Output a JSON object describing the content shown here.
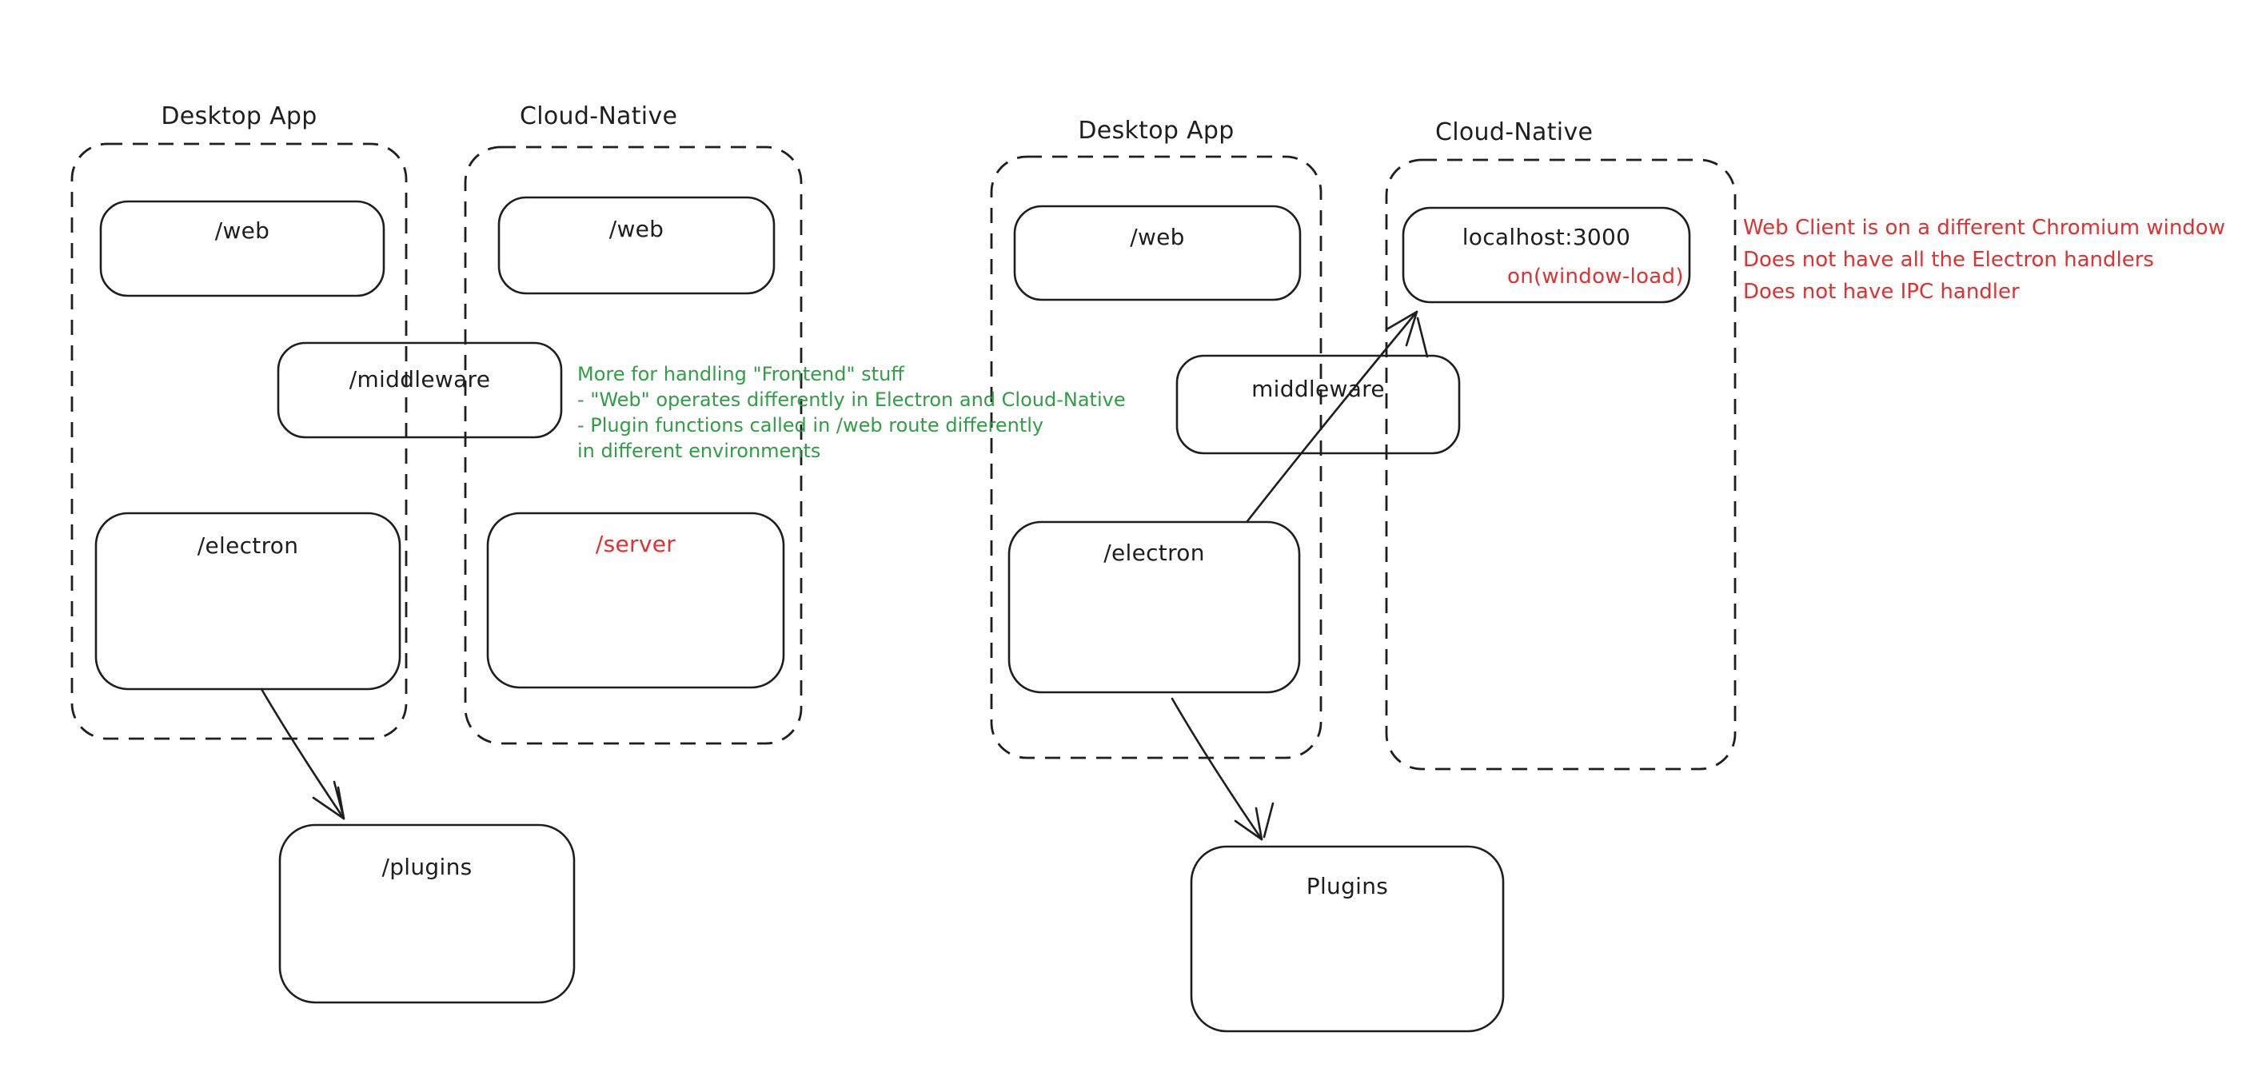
{
  "colors": {
    "stroke": "#1e1e1e",
    "red": "#e03131",
    "green": "#2f9e44",
    "background": "#ffffff"
  },
  "left_diagram": {
    "desktop_title": "Desktop App",
    "cloud_title": "Cloud-Native",
    "desktop_web_label": "/web",
    "cloud_web_label": "/web",
    "middleware_label": "/middleware",
    "electron_label": "/electron",
    "server_label": "/server",
    "plugins_label": "/plugins",
    "green_note": {
      "color": "#2f9e44",
      "lines": [
        "More for handling \"Frontend\" stuff",
        "- \"Web\" operates differently in Electron and Cloud-Native",
        "- Plugin functions called in /web route differently",
        "in different environments"
      ]
    }
  },
  "right_diagram": {
    "desktop_title": "Desktop App",
    "cloud_title": "Cloud-Native",
    "desktop_web_label": "/web",
    "localhost_label": "localhost:3000",
    "window_load_label": "on(window-load)",
    "middleware_label": "middleware",
    "electron_label": "/electron",
    "plugins_label": "Plugins",
    "red_note": {
      "color": "#e03131",
      "lines": [
        "Web Client is on a different Chromium window",
        "Does not have all the Electron handlers",
        "Does not have IPC handler"
      ]
    }
  }
}
